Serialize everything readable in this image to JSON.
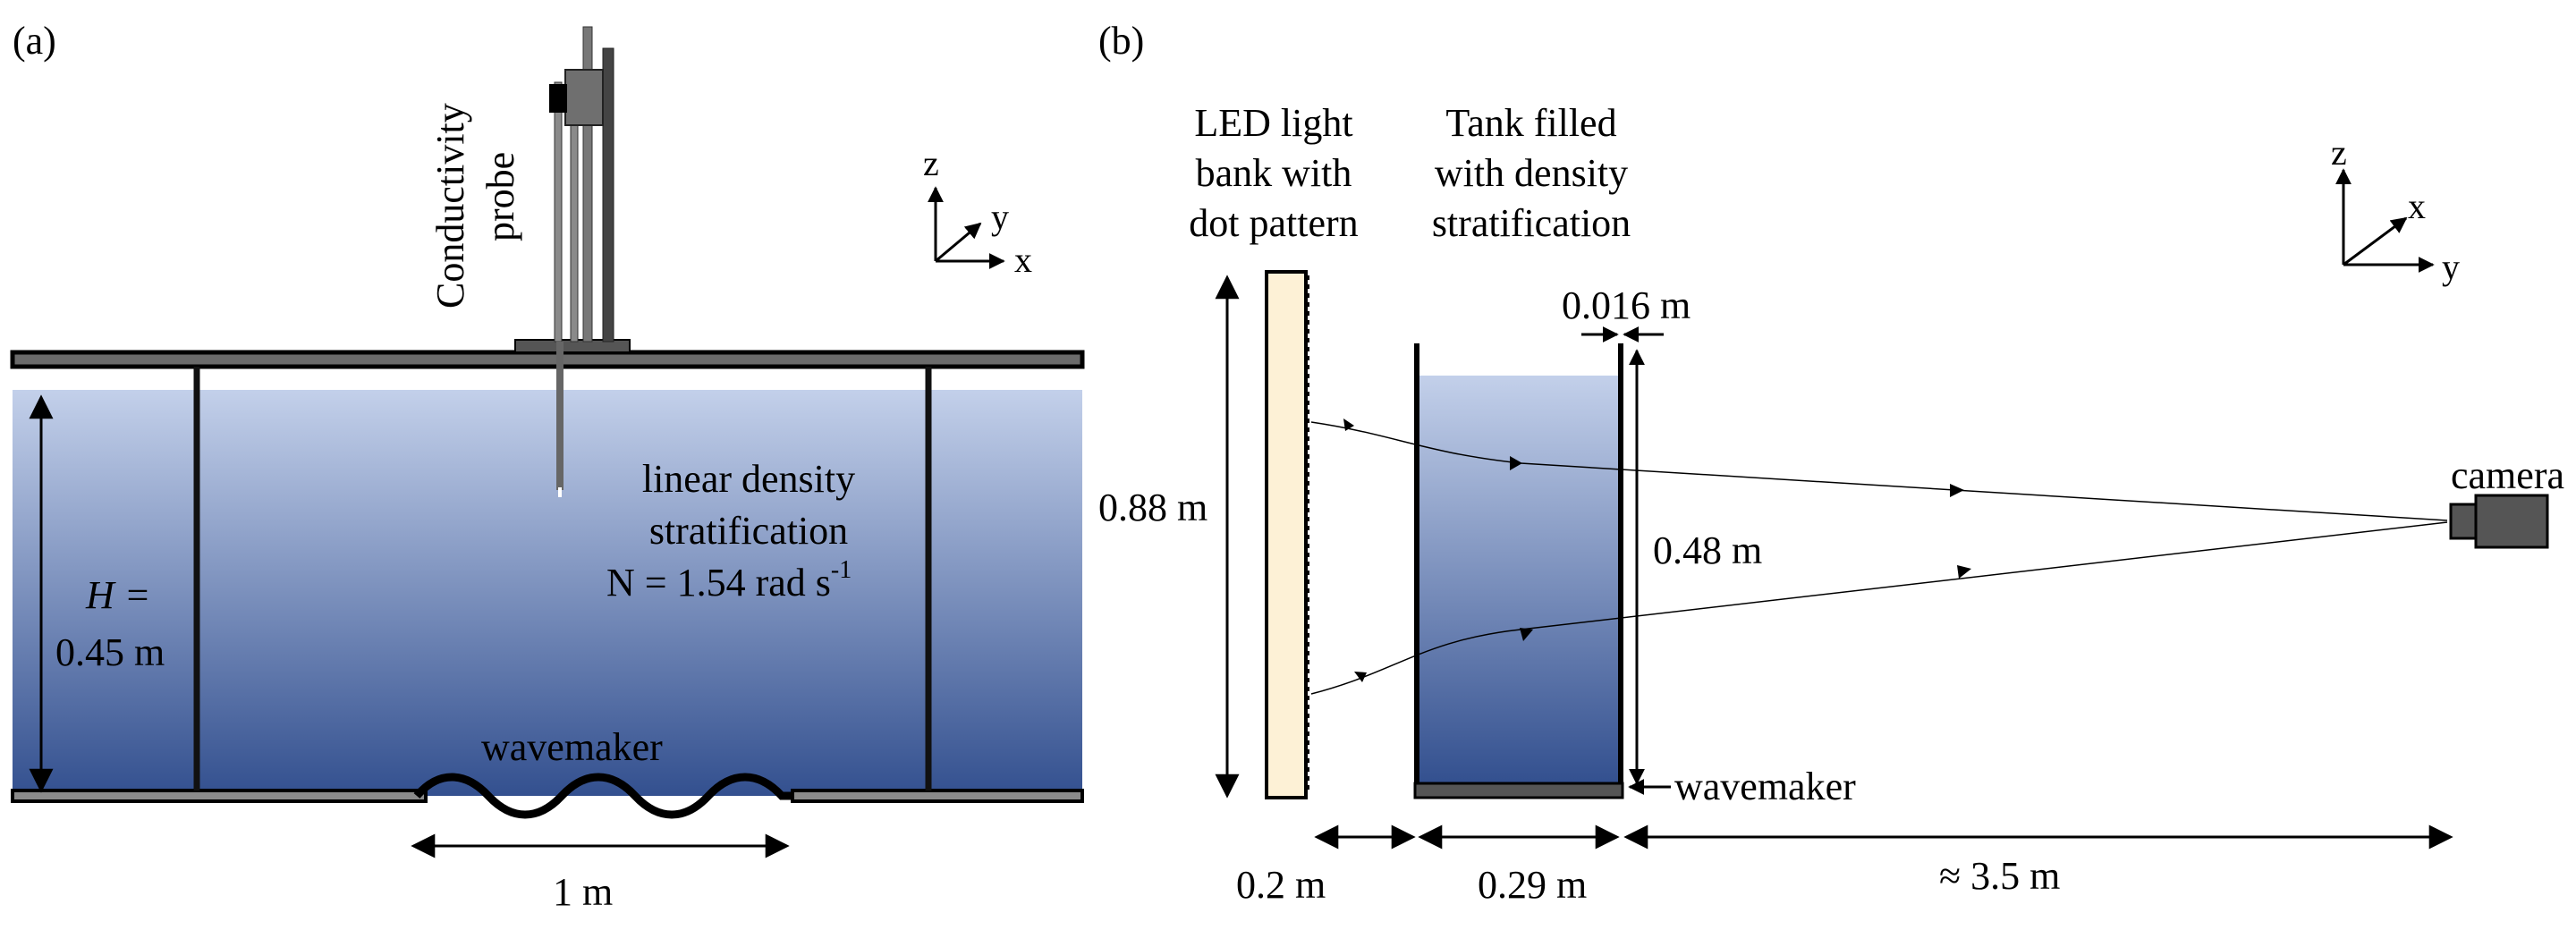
{
  "panel_a": {
    "tag": "(a)",
    "probe_label_line1": "Conductivity",
    "probe_label_line2": "probe",
    "axes": {
      "z": "z",
      "y": "y",
      "x": "x"
    },
    "depth_label_line1": "H =",
    "depth_label_line2": "0.45 m",
    "strat_line1": "linear density",
    "strat_line2": "stratification",
    "strat_line3": "N = 1.54 rad s",
    "strat_line3_sup": "-1",
    "wavemaker": "wavemaker",
    "wavemaker_width": "1 m"
  },
  "panel_b": {
    "tag": "(b)",
    "led_line1": "LED light",
    "led_line2": "bank with",
    "led_line3": "dot pattern",
    "tank_line1": "Tank filled",
    "tank_line2": "with density",
    "tank_line3": "stratification",
    "axes": {
      "z": "z",
      "x": "x",
      "y": "y"
    },
    "led_height": "0.88 m",
    "wall_gap": "0.016 m",
    "water_depth": "0.48 m",
    "wavemaker": "wavemaker",
    "camera": "camera",
    "gap_led_tank": "0.2 m",
    "tank_width": "0.29 m",
    "camera_distance": "≈ 3.5 m"
  },
  "colors": {
    "water_top": "#c3d0ea",
    "water_bottom": "#33508f",
    "led_fill": "#fdf1d6",
    "metal": "#555555",
    "frame": "#1a1a1a"
  }
}
